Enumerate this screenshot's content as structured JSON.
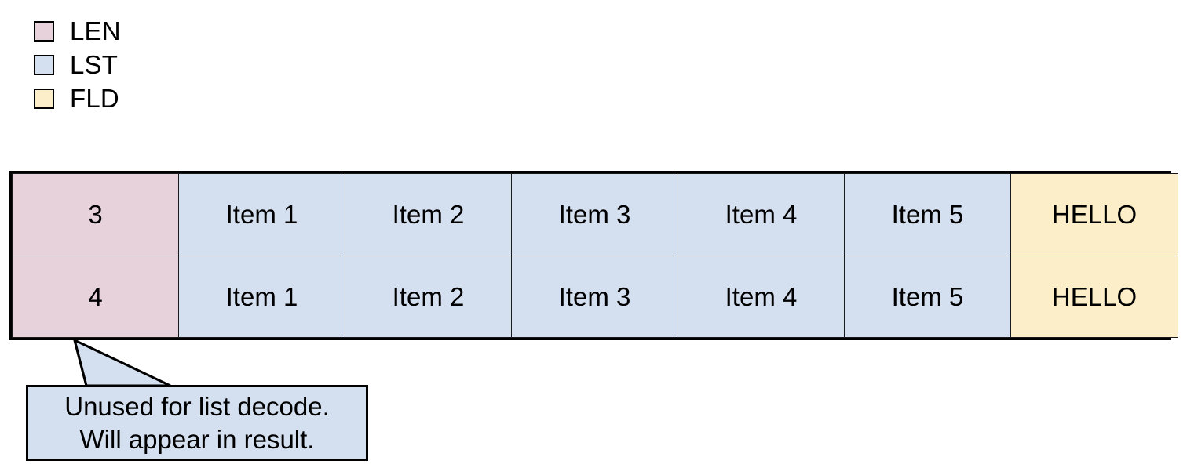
{
  "colors": {
    "len": "#e7d2dc",
    "lst": "#d4e0f0",
    "fld": "#fbeec8",
    "border": "#000000",
    "callout_fill": "#d4e0f0"
  },
  "legend": {
    "items": [
      {
        "label": "LEN",
        "color": "#e7d2dc",
        "swatch_name": "legend-swatch-len"
      },
      {
        "label": "LST",
        "color": "#d4e0f0",
        "swatch_name": "legend-swatch-lst"
      },
      {
        "label": "FLD",
        "color": "#fbeec8",
        "swatch_name": "legend-swatch-fld"
      }
    ]
  },
  "table": {
    "columns": [
      "LEN",
      "LST",
      "LST",
      "LST",
      "LST",
      "LST",
      "FLD"
    ],
    "rows": [
      {
        "len": "3",
        "items": [
          "Item 1",
          "Item 2",
          "Item 3",
          "Item 4",
          "Item 5"
        ],
        "fld": "HELLO"
      },
      {
        "len": "4",
        "items": [
          "Item 1",
          "Item 2",
          "Item 3",
          "Item 4",
          "Item 5"
        ],
        "fld": "HELLO"
      }
    ]
  },
  "callout": {
    "line1": "Unused for list decode.",
    "line2": "Will appear in result.",
    "points_to": "row-2-len-cell"
  }
}
